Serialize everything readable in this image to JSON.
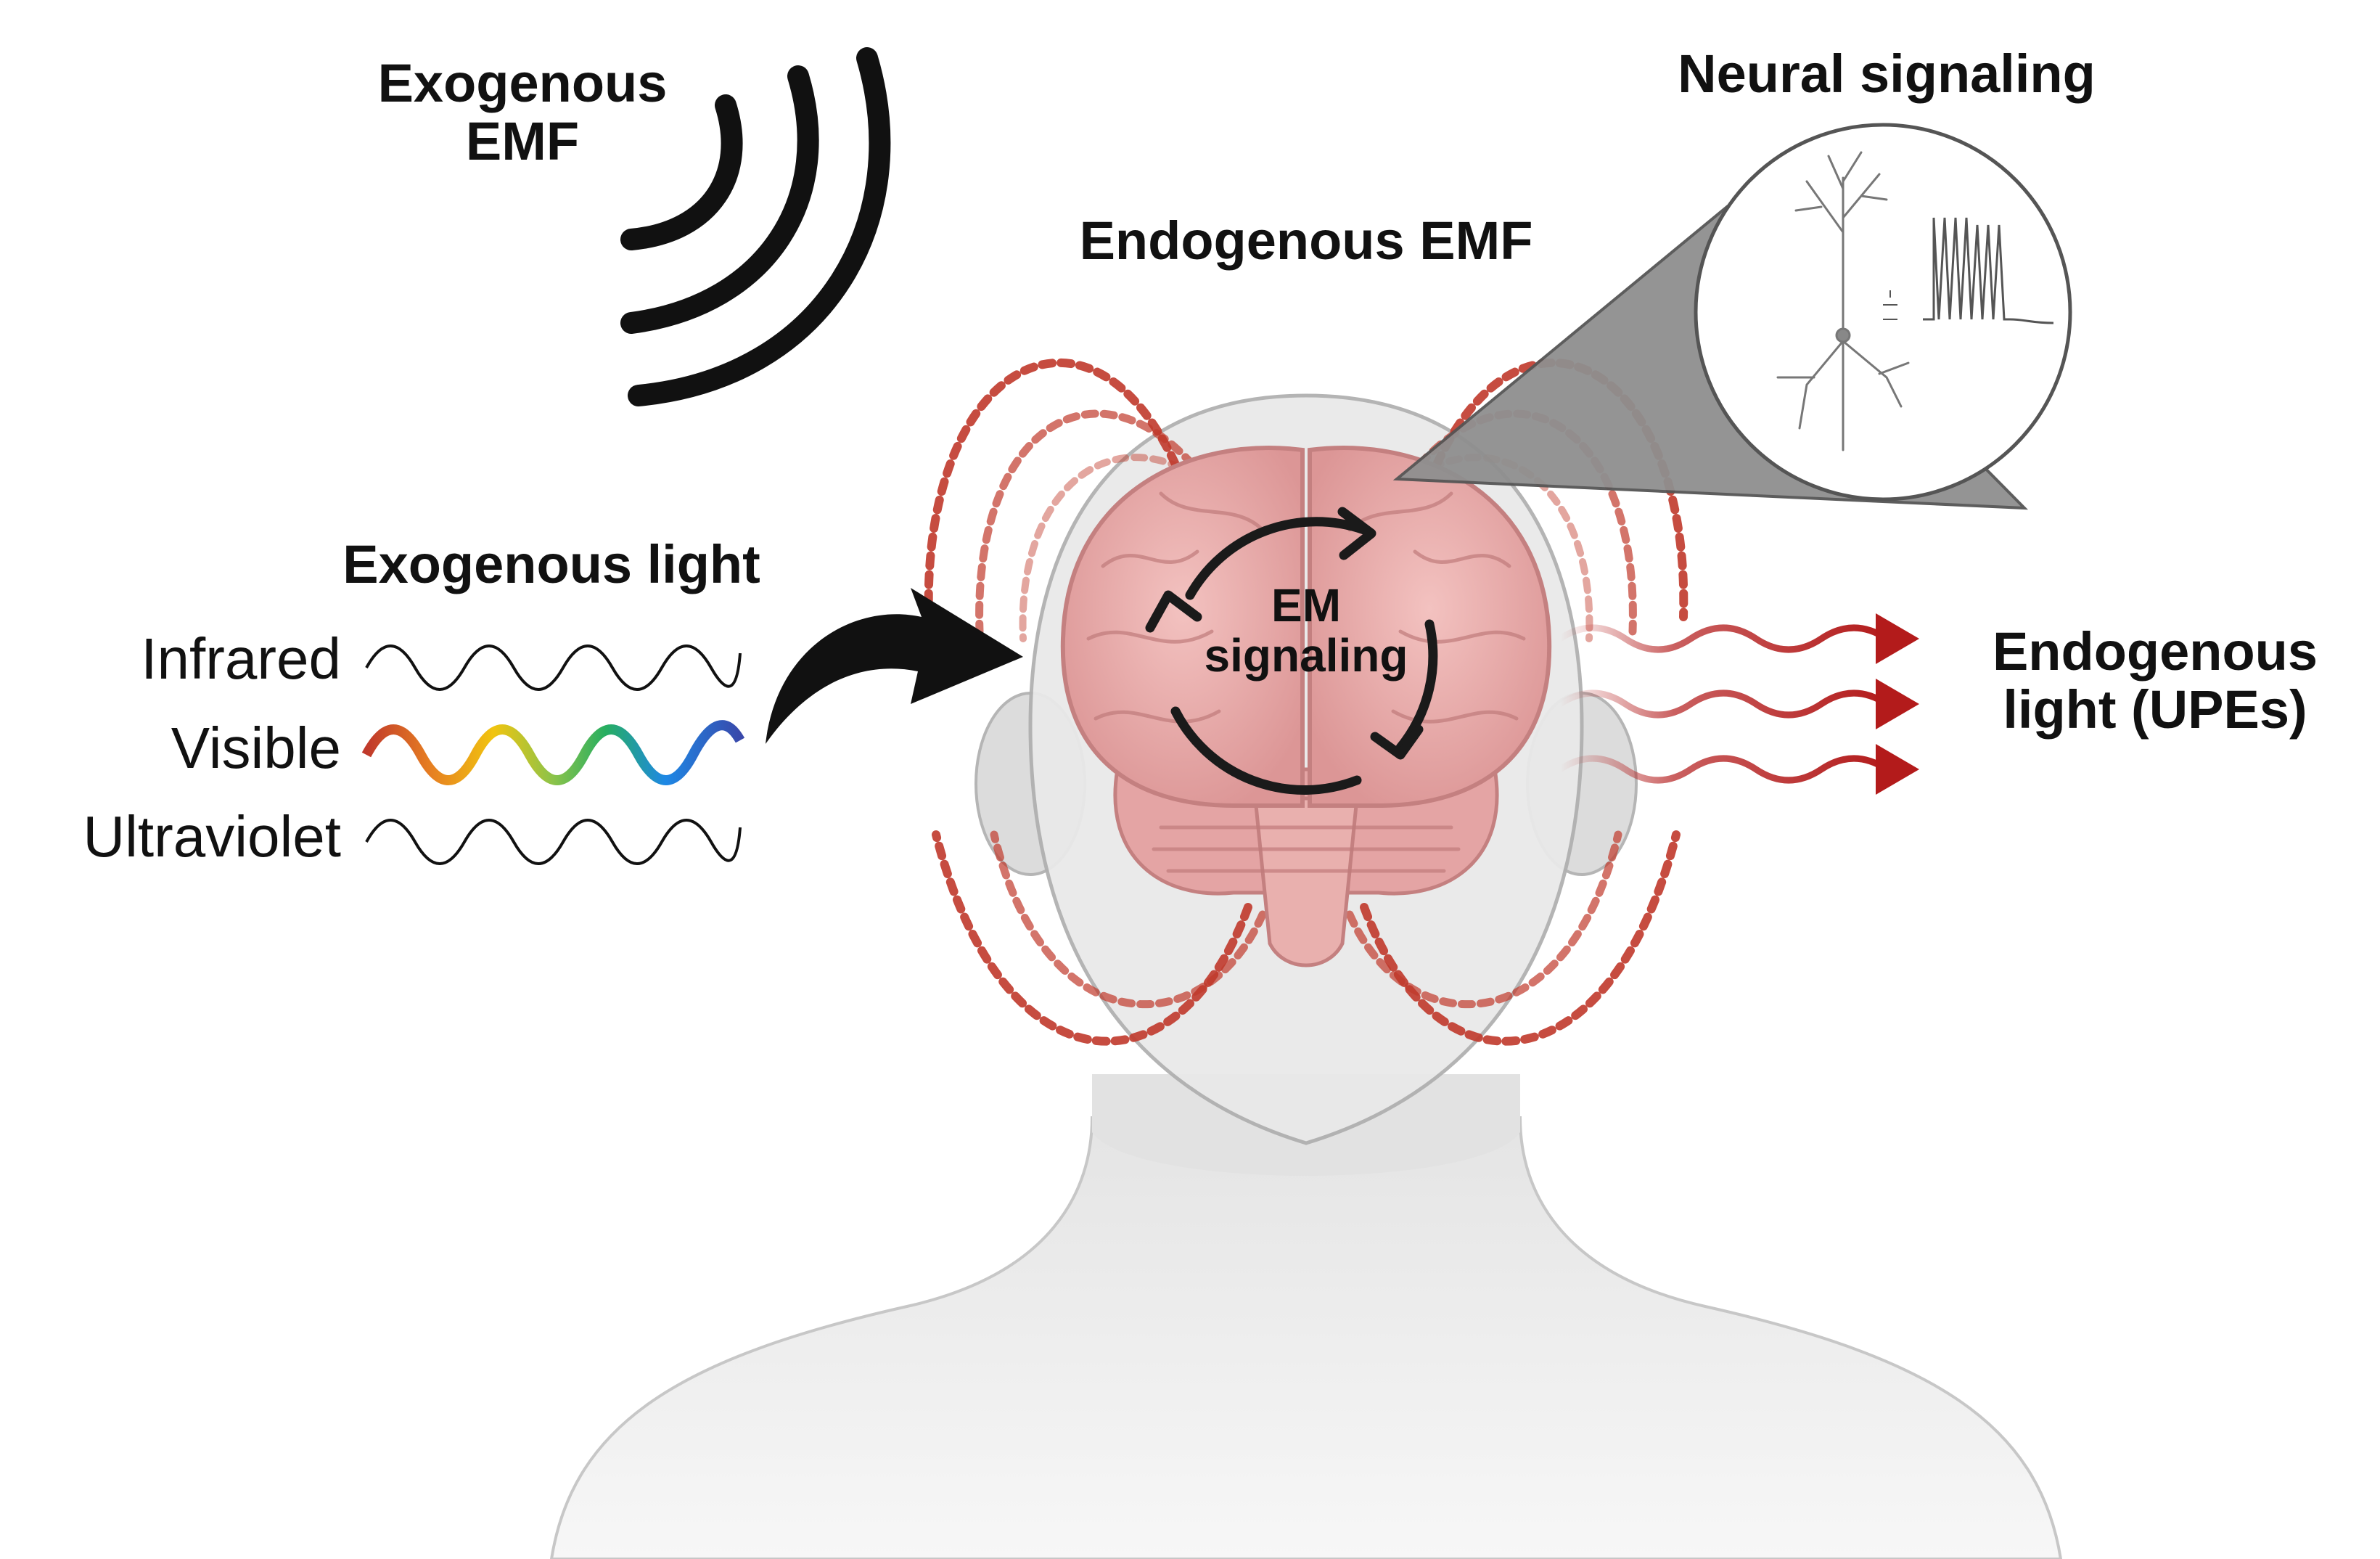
{
  "labels": {
    "exogenous_emf": [
      "Exogenous",
      "EMF"
    ],
    "neural_signaling": "Neural signaling",
    "endogenous_emf": "Endogenous EMF",
    "exogenous_light": "Exogenous light",
    "infrared": "Infrared",
    "visible": "Visible",
    "ultraviolet": "Ultraviolet",
    "em_signaling": [
      "EM",
      "signaling"
    ],
    "endogenous_light": [
      "Endogenous",
      "light (UPEs)"
    ]
  },
  "colors": {
    "text": "#111111",
    "emf_arcs": "#111111",
    "field_red": "#c0392b",
    "brain": "#e8a8a8",
    "brain_outline": "#c48080",
    "head": "#e6e6e6",
    "head_outline": "#b5b5b5",
    "zoom_cone": "#8f8f8f",
    "upe_wave": "#b31b1b",
    "spectrum": [
      "#c0392b",
      "#e67e22",
      "#f1c40f",
      "#8bc34a",
      "#27ae60",
      "#1e88e5",
      "#3949ab"
    ]
  },
  "icons": {
    "emf_source": "radio-waves-icon",
    "light_arrow": "curved-arrow-icon",
    "cycle": "circular-arrows-icon",
    "neuron": "neuron-icon",
    "spike_train": "action-potential-icon"
  }
}
